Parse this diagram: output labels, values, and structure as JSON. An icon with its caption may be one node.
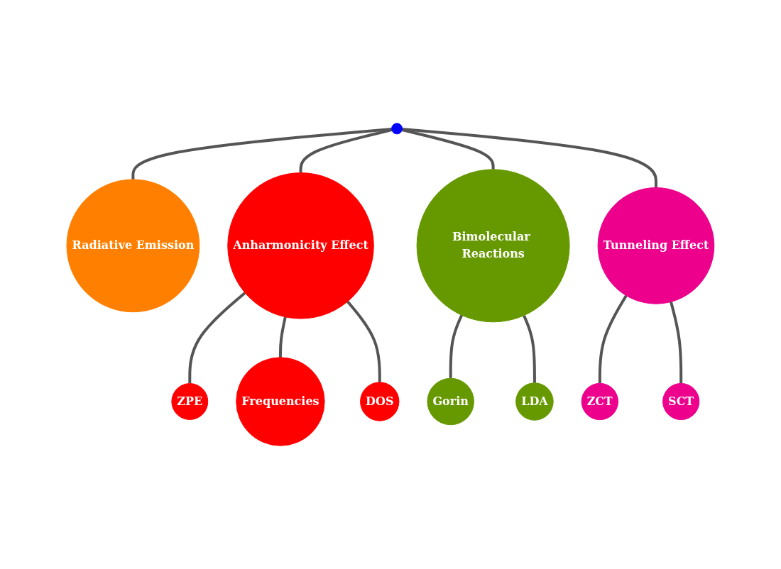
{
  "diagram": {
    "nodes": [
      {
        "text": [],
        "shape": "circle"
      },
      {
        "text": [
          "Radiative Emission"
        ]
      },
      {
        "text": [
          "Anharmonicity Effect"
        ]
      },
      {
        "text": [
          "ZPE"
        ]
      },
      {
        "text": [
          "Frequencies"
        ]
      },
      {
        "text": [
          "DOS"
        ]
      },
      {
        "text": [
          "Bimolecular Reactions"
        ]
      },
      {
        "text": [
          "Tunneling Effect"
        ]
      },
      {
        "text": [
          "ZCT"
        ]
      },
      {
        "text": [
          "Gorin"
        ]
      },
      {
        "text": [
          "LDA"
        ]
      },
      {
        "text": [
          "SCT"
        ]
      }
    ],
    "edges": [
      {
        "from": 0,
        "to": 1,
        "arrow": "none"
      },
      {
        "from": 0,
        "to": 2,
        "arrow": "none"
      },
      {
        "from": 2,
        "to": 3,
        "arrow": "none"
      },
      {
        "from": 2,
        "to": 4,
        "arrow": "none"
      },
      {
        "from": 2,
        "to": 5,
        "arrow": "none"
      },
      {
        "from": 0,
        "to": 6,
        "arrow": "none"
      },
      {
        "from": 0,
        "to": 7,
        "arrow": "none"
      },
      {
        "from": 7,
        "to": 8,
        "arrow": "none"
      },
      {
        "from": 6,
        "to": 9,
        "arrow": "none"
      },
      {
        "from": 6,
        "to": 10,
        "arrow": "none"
      },
      {
        "from": 7,
        "to": 11,
        "arrow": "none"
      }
    ]
  }
}
